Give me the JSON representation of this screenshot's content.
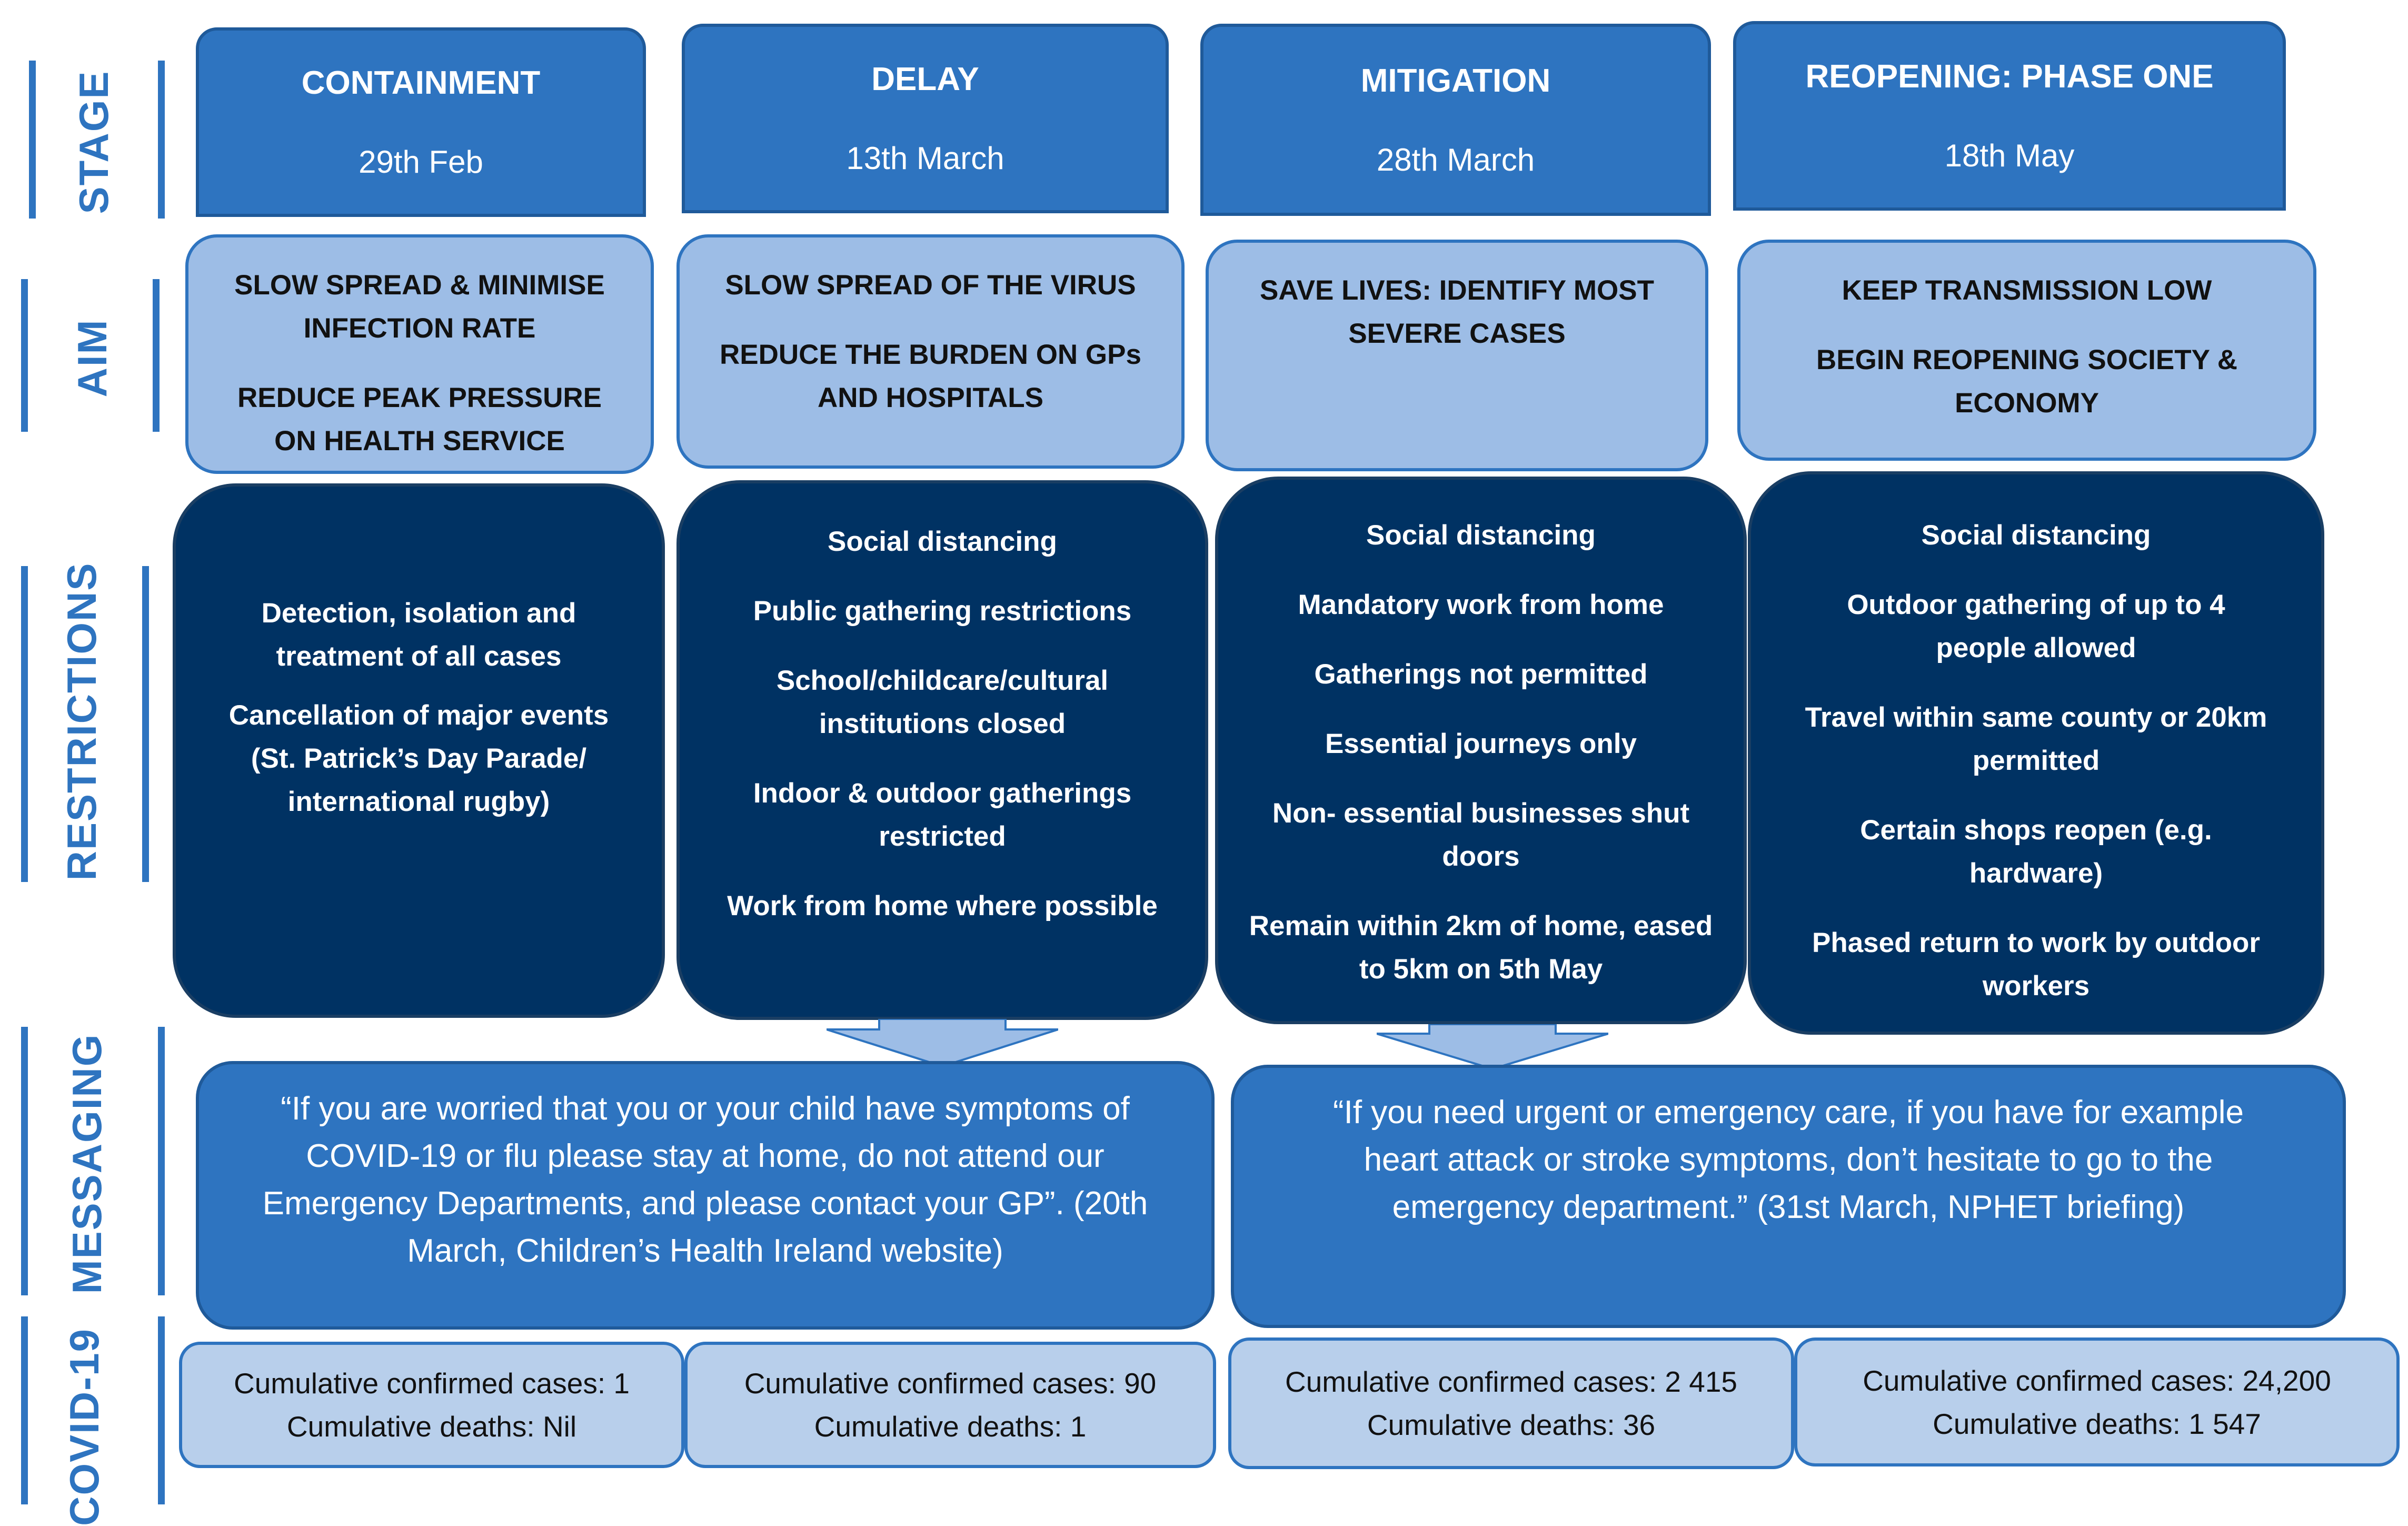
{
  "row_labels": {
    "stage": "STAGE",
    "aim": "AIM",
    "restrictions": "RESTRICTIONS",
    "messaging": "MESSAGING",
    "covid": "COVID-19"
  },
  "stages": [
    {
      "title": "CONTAINMENT",
      "date": "29th Feb"
    },
    {
      "title": "DELAY",
      "date": "13th March"
    },
    {
      "title": "MITIGATION",
      "date": "28th March"
    },
    {
      "title": "REOPENING: PHASE ONE",
      "date": "18th May"
    }
  ],
  "aims": [
    {
      "line1": "SLOW SPREAD & MINIMISE INFECTION RATE",
      "line2": "REDUCE PEAK PRESSURE ON HEALTH SERVICE"
    },
    {
      "line1": "SLOW SPREAD OF THE VIRUS",
      "line2": "REDUCE THE BURDEN ON GPs AND HOSPITALS"
    },
    {
      "line1": "SAVE LIVES: IDENTIFY MOST SEVERE CASES",
      "line2": ""
    },
    {
      "line1": "KEEP TRANSMISSION LOW",
      "line2": "BEGIN REOPENING SOCIETY & ECONOMY"
    }
  ],
  "restrictions": [
    {
      "items": [
        "Detection, isolation and treatment of all cases",
        "Cancellation of major events (St. Patrick’s Day Parade/ international rugby)"
      ]
    },
    {
      "items": [
        "Social distancing",
        "Public gathering restrictions",
        "School/childcare/cultural institutions closed",
        "Indoor & outdoor gatherings restricted",
        "Work from home where possible"
      ]
    },
    {
      "items": [
        "Social distancing",
        "Mandatory work from home",
        "Gatherings not permitted",
        "Essential journeys only",
        "Non- essential businesses shut doors",
        "Remain within 2km of home, eased to 5km on 5th May"
      ]
    },
    {
      "items": [
        "Social distancing",
        "Outdoor gathering of up to 4 people allowed",
        "Travel within same county or 20km permitted",
        "Certain shops reopen (e.g. hardware)",
        "Phased return to work by outdoor workers"
      ]
    }
  ],
  "messaging": [
    {
      "text": "“If you are worried that you or your child have symptoms  of COVID-19 or flu please stay at home, do not attend our Emergency Departments, and please contact your GP”. (20th March,  Children’s Health Ireland website)"
    },
    {
      "text": "“If you need urgent or emergency care, if you have for example heart attack or stroke symptoms, don’t hesitate to go to the emergency department.”  (31st March, NPHET briefing)"
    }
  ],
  "covid": [
    {
      "cases": "Cumulative confirmed cases:  1",
      "deaths": "Cumulative deaths:  Nil"
    },
    {
      "cases": "Cumulative confirmed cases:  90",
      "deaths": "Cumulative deaths: 1"
    },
    {
      "cases": "Cumulative confirmed cases:  2 415",
      "deaths": "Cumulative deaths:  36"
    },
    {
      "cases": "Cumulative confirmed cases:  24,200",
      "deaths": "Cumulative deaths:  1 547"
    }
  ],
  "colors": {
    "stage_blue": "#2e74c0",
    "aim_light": "#9dbde6",
    "restriction_navy": "#003263",
    "stat_light": "#b8cfeb"
  }
}
